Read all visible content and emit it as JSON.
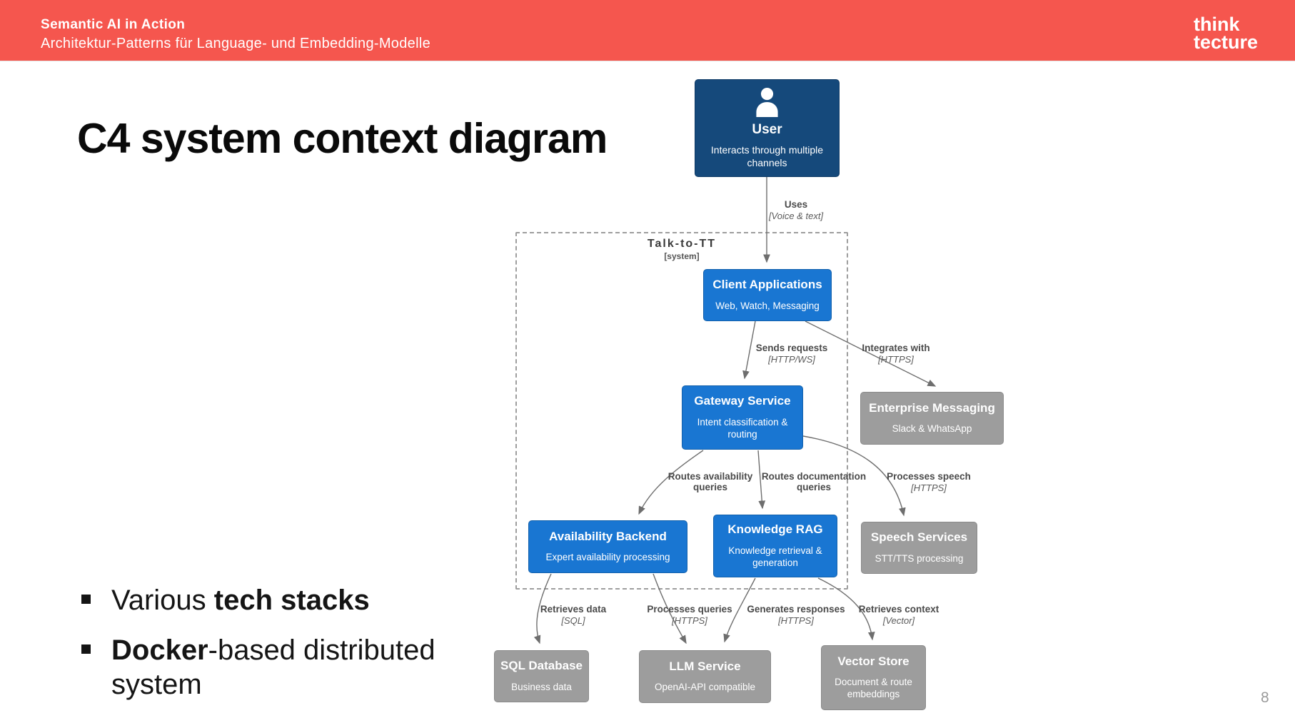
{
  "header": {
    "title": "Semantic AI in Action",
    "subtitle": "Architektur-Patterns für Language- und Embedding-Modelle",
    "logo_line1": "think",
    "logo_line2": "tecture"
  },
  "slide": {
    "title": "C4 system context diagram",
    "page_number": "8",
    "bullets": [
      {
        "prefix": "Various ",
        "bold": "tech stacks",
        "suffix": ""
      },
      {
        "prefix": "",
        "bold": "Docker",
        "suffix": "-based distributed system"
      }
    ]
  },
  "diagram": {
    "boundary": {
      "title": "Talk-to-TT",
      "subtitle": "[system]"
    },
    "nodes": [
      {
        "title": "User",
        "subtitle": "Interacts through multiple channels"
      },
      {
        "title": "Client Applications",
        "subtitle": "Web, Watch, Messaging"
      },
      {
        "title": "Gateway Service",
        "subtitle": "Intent classification & routing"
      },
      {
        "title": "Enterprise Messaging",
        "subtitle": "Slack & WhatsApp"
      },
      {
        "title": "Availability Backend",
        "subtitle": "Expert availability processing"
      },
      {
        "title": "Knowledge RAG",
        "subtitle": "Knowledge retrieval & generation"
      },
      {
        "title": "Speech Services",
        "subtitle": "STT/TTS processing"
      },
      {
        "title": "SQL Database",
        "subtitle": "Business data"
      },
      {
        "title": "LLM Service",
        "subtitle": "OpenAI-API compatible"
      },
      {
        "title": "Vector Store",
        "subtitle": "Document & route embeddings"
      }
    ],
    "edges": [
      {
        "label": "Uses",
        "protocol": "[Voice & text]"
      },
      {
        "label": "Sends requests",
        "protocol": "[HTTP/WS]"
      },
      {
        "label": "Integrates with",
        "protocol": "[HTTPS]"
      },
      {
        "label": "Routes availability queries",
        "protocol": ""
      },
      {
        "label": "Routes documentation queries",
        "protocol": ""
      },
      {
        "label": "Processes speech",
        "protocol": "[HTTPS]"
      },
      {
        "label": "Retrieves data",
        "protocol": "[SQL]"
      },
      {
        "label": "Processes queries",
        "protocol": "[HTTPS]"
      },
      {
        "label": "Generates responses",
        "protocol": "[HTTPS]"
      },
      {
        "label": "Retrieves context",
        "protocol": "[Vector]"
      }
    ]
  },
  "colors": {
    "header_bg": "#F5564E",
    "person_node": "#15497B",
    "container_node": "#1976D2",
    "external_node": "#9D9D9D",
    "connector": "#6e6e6e"
  }
}
